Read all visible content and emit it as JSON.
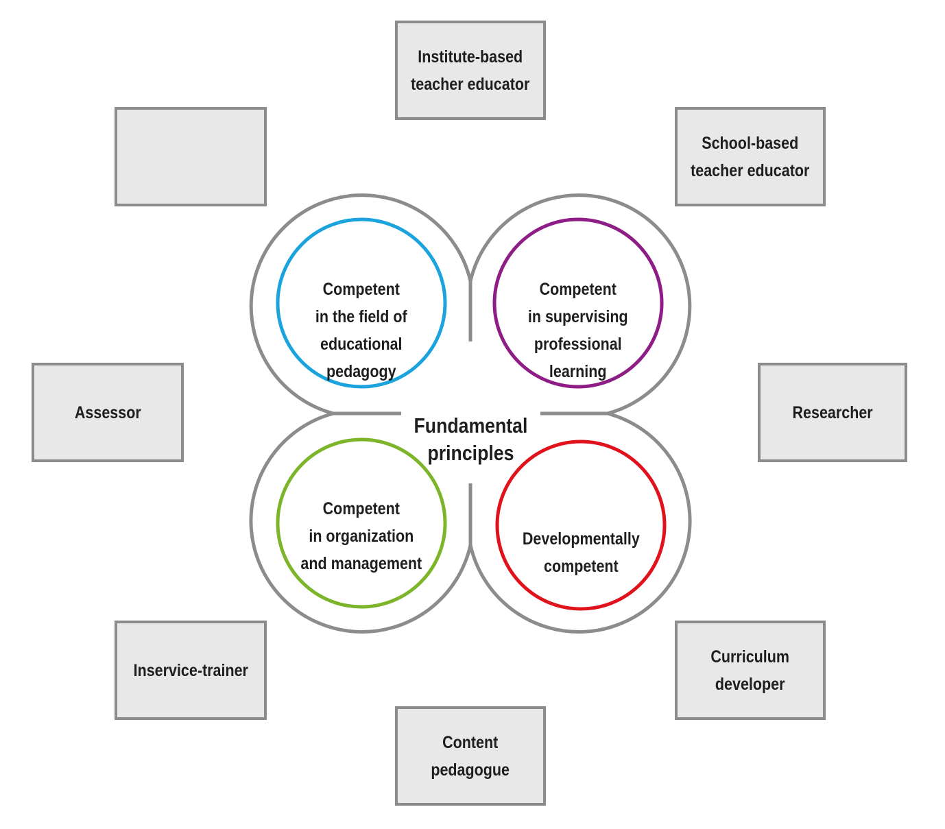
{
  "center": {
    "label": "Fundamental\nprinciples"
  },
  "competencies": [
    {
      "label": "Competent\nin the field of\neducational\npedagogy",
      "color": "#1aa3dc"
    },
    {
      "label": "Competent\nin supervising\nprofessional\nlearning",
      "color": "#8e1e86"
    },
    {
      "label": "Competent\nin organization\nand management",
      "color": "#7db52a"
    },
    {
      "label": "Developmentally\ncompetent",
      "color": "#e0131d"
    }
  ],
  "roles": {
    "top": "Institute-based\nteacher educator",
    "top_right": "School-based\nteacher educator",
    "right": "Researcher",
    "bottom_right": "Curriculum\ndeveloper",
    "bottom": "Content\npedagogue",
    "bottom_left": "Inservice-trainer",
    "left": "Assessor",
    "top_left": ""
  },
  "colors": {
    "outline": "#8c8c8c",
    "box_fill": "#e8e8e8"
  }
}
